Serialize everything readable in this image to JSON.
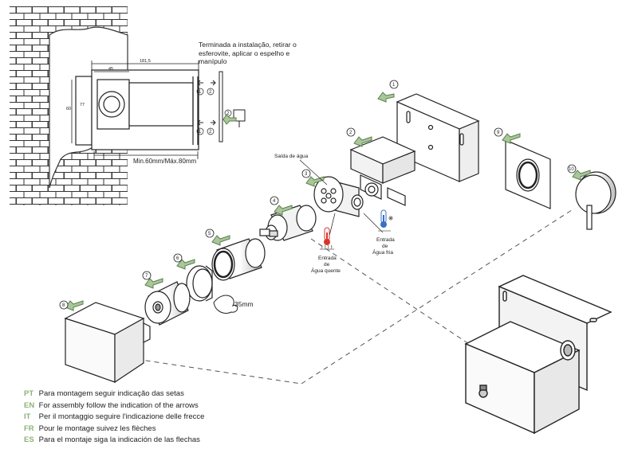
{
  "header": {
    "installation_note": "Terminada a instalação, retirar o esferovite, aplicar o espelho e manípulo"
  },
  "dimensions": {
    "total": "181,5",
    "inner": "45",
    "height": "60",
    "height2": "77",
    "wall_range": "Min.60mm/Máx.80mm"
  },
  "labels": {
    "water_outlet": "Saída de água",
    "hot_in_1": "Entrada",
    "hot_in_2": "de",
    "hot_in_3": "Água quente",
    "cold_in_1": "Entrada",
    "cold_in_2": "de",
    "cold_in_3": "Água fria",
    "wrench_size": "35mm"
  },
  "steps": [
    "1",
    "2",
    "3",
    "4",
    "5",
    "6",
    "7",
    "8",
    "9",
    "10"
  ],
  "detail_marks": [
    "1",
    "2",
    "1",
    "2",
    "2"
  ],
  "legend": [
    {
      "code": "PT",
      "text": "Para montagem seguir indicação das setas"
    },
    {
      "code": "EN",
      "text": "For assembly follow the indication of the arrows"
    },
    {
      "code": "IT",
      "text": "Per il montaggio seguire l'indicazione delle frecce"
    },
    {
      "code": "FR",
      "text": "Pour le montage suivez les flèches"
    },
    {
      "code": "ES",
      "text": "Para el montaje siga la indicación de las flechas"
    }
  ],
  "colors": {
    "line": "#222222",
    "arrow_fill": "#a9c79b",
    "arrow_stroke": "#5c7f4e",
    "legend_code": "#8cb27a",
    "hot": "#d9342b",
    "cold": "#3a6fc4",
    "brick": "#333333"
  },
  "icons": [
    "wall-brick",
    "thermometer-hot-icon",
    "thermometer-cold-icon",
    "snowflake-icon",
    "heat-wave-icon",
    "wrench-icon"
  ]
}
